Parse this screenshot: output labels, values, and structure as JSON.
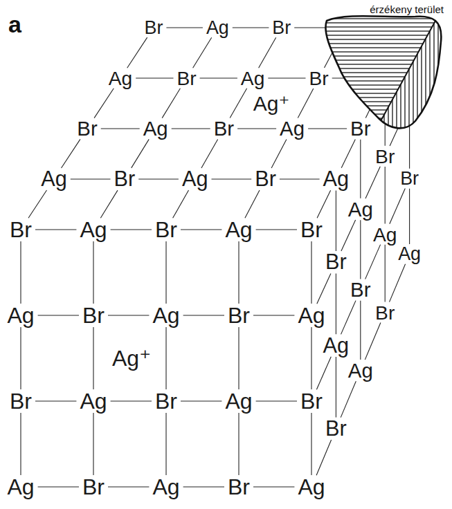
{
  "diagram": {
    "labels": [
      "érzékeny terület",
      "a",
      "Br",
      "Ag",
      "Br",
      "Ag",
      "Br",
      "Ag",
      "Br",
      "Br",
      "Ag",
      "Br",
      "Ag",
      "Br",
      "Ag",
      "Br",
      "Ag",
      "Br",
      "Ag",
      "Br",
      "Ag",
      "Br",
      "Ag",
      "Br",
      "Ag",
      "Br",
      "Ag",
      "Br",
      "Ag",
      "Br",
      "Ag",
      "Br",
      "Ag",
      "Br",
      "Ag",
      "Br",
      "Ag",
      "Br",
      "Ag",
      "Br",
      "Ag",
      "Br",
      "Ag",
      "Br",
      "Ag",
      "Br",
      "Ag",
      "Br",
      "Br",
      "Ag",
      "Ag⁺",
      "Ag⁺"
    ]
  }
}
